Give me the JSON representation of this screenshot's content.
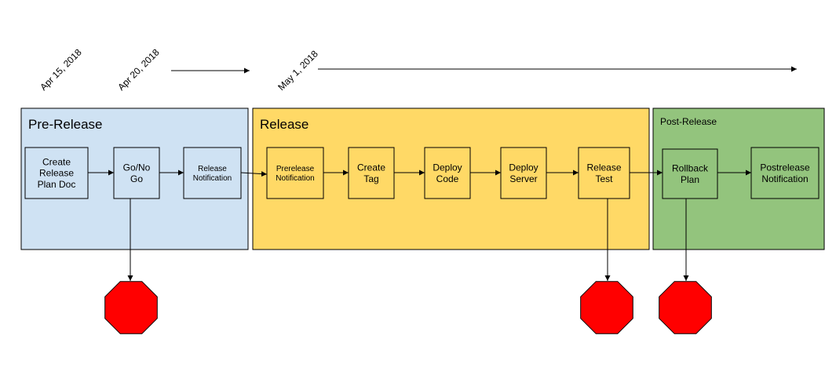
{
  "dates": [
    {
      "id": "d1",
      "label": "Apr 15, 2018"
    },
    {
      "id": "d2",
      "label": "Apr 20, 2018"
    },
    {
      "id": "d3",
      "label": "May 1, 2018"
    }
  ],
  "phases": [
    {
      "id": "pre",
      "title": "Pre-Release",
      "color": "#cfe2f3"
    },
    {
      "id": "rel",
      "title": "Release",
      "color": "#ffd966"
    },
    {
      "id": "post",
      "title": "Post-Release",
      "color": "#93c47d"
    }
  ],
  "nodes": [
    {
      "id": "create",
      "lines": [
        "Create",
        "Release",
        "Plan Doc"
      ]
    },
    {
      "id": "gonogo",
      "lines": [
        "Go/No",
        "Go"
      ]
    },
    {
      "id": "notif",
      "lines": [
        "Release",
        "Notification"
      ]
    },
    {
      "id": "prerel",
      "lines": [
        "Prerelease",
        "Notification"
      ]
    },
    {
      "id": "tag",
      "lines": [
        "Create",
        "Tag"
      ]
    },
    {
      "id": "code",
      "lines": [
        "Deploy",
        "Code"
      ]
    },
    {
      "id": "server",
      "lines": [
        "Deploy",
        "Server"
      ]
    },
    {
      "id": "test",
      "lines": [
        "Release",
        "Test"
      ]
    },
    {
      "id": "rollback",
      "lines": [
        "Rollback",
        "Plan"
      ]
    },
    {
      "id": "postrel",
      "lines": [
        "Postrelease",
        "Notification"
      ]
    }
  ],
  "stop_color": "#ff0000"
}
